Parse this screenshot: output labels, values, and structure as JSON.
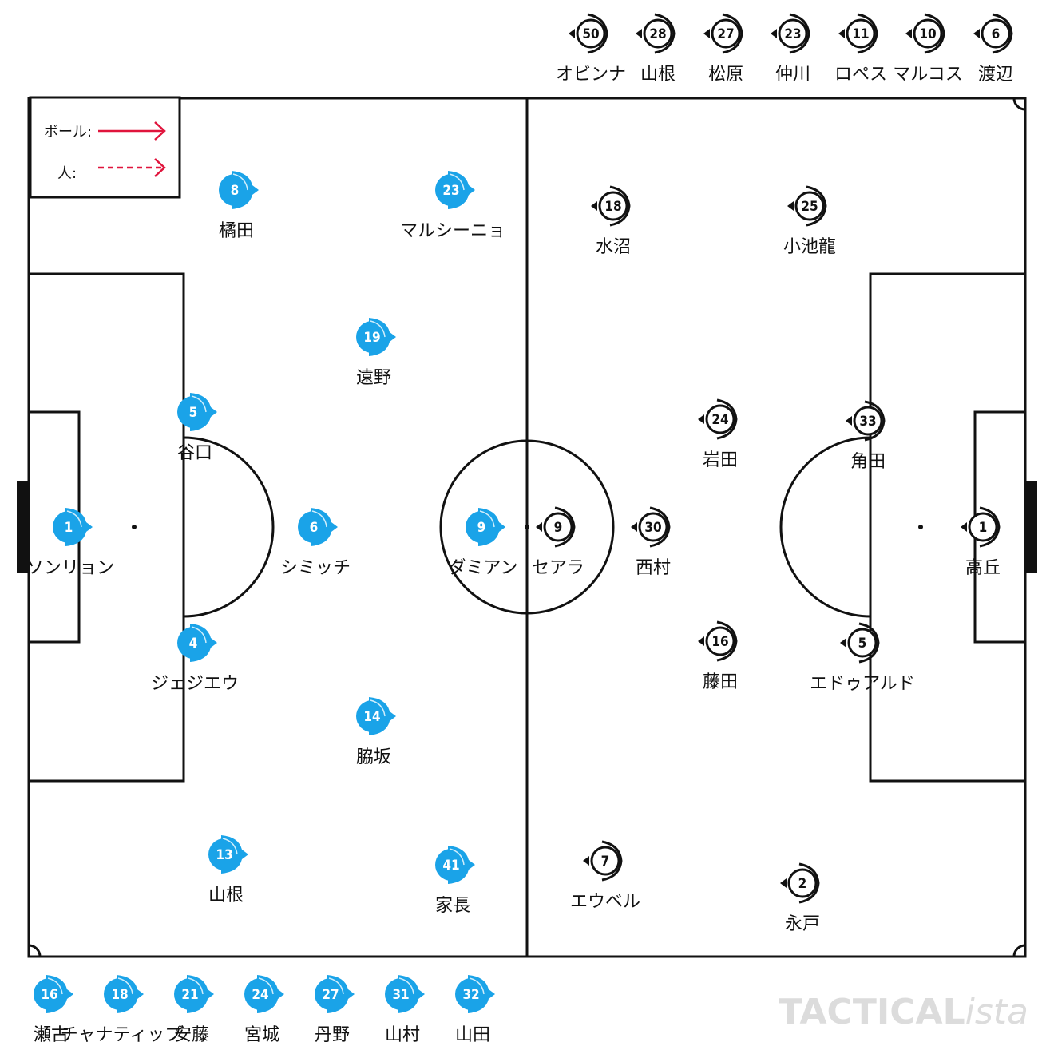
{
  "legend": {
    "ball_label": "ボール:",
    "person_label": "人:",
    "arrow_color": "#e0143c"
  },
  "colors": {
    "home": "#1aa3e8",
    "away": "#111111",
    "pitch_line": "#111111"
  },
  "home_players": [
    {
      "number": "1",
      "name": "ソンリョン"
    },
    {
      "number": "5",
      "name": "谷口"
    },
    {
      "number": "4",
      "name": "ジェジエウ"
    },
    {
      "number": "8",
      "name": "橘田"
    },
    {
      "number": "13",
      "name": "山根"
    },
    {
      "number": "6",
      "name": "シミッチ"
    },
    {
      "number": "19",
      "name": "遠野"
    },
    {
      "number": "14",
      "name": "脇坂"
    },
    {
      "number": "23",
      "name": "マルシーニョ"
    },
    {
      "number": "9",
      "name": "ダミアン"
    },
    {
      "number": "41",
      "name": "家長"
    }
  ],
  "away_players": [
    {
      "number": "9",
      "name": "セアラ"
    },
    {
      "number": "18",
      "name": "水沼"
    },
    {
      "number": "25",
      "name": "小池龍"
    },
    {
      "number": "30",
      "name": "西村"
    },
    {
      "number": "24",
      "name": "岩田"
    },
    {
      "number": "16",
      "name": "藤田"
    },
    {
      "number": "7",
      "name": "エウベル"
    },
    {
      "number": "2",
      "name": "永戸"
    },
    {
      "number": "33",
      "name": "角田"
    },
    {
      "number": "5",
      "name": "エドゥアルド"
    },
    {
      "number": "1",
      "name": "高丘"
    }
  ],
  "home_subs": [
    {
      "number": "16",
      "name": "瀬古"
    },
    {
      "number": "18",
      "name": "チャナティップ"
    },
    {
      "number": "21",
      "name": "安藤"
    },
    {
      "number": "24",
      "name": "宮城"
    },
    {
      "number": "27",
      "name": "丹野"
    },
    {
      "number": "31",
      "name": "山村"
    },
    {
      "number": "32",
      "name": "山田"
    }
  ],
  "away_subs": [
    {
      "number": "50",
      "name": "オビンナ"
    },
    {
      "number": "28",
      "name": "山根"
    },
    {
      "number": "27",
      "name": "松原"
    },
    {
      "number": "23",
      "name": "仲川"
    },
    {
      "number": "11",
      "name": "ロペス"
    },
    {
      "number": "10",
      "name": "マルコス"
    },
    {
      "number": "6",
      "name": "渡辺"
    }
  ],
  "brand": {
    "part1": "TACTICAL",
    "part2": "ista"
  }
}
